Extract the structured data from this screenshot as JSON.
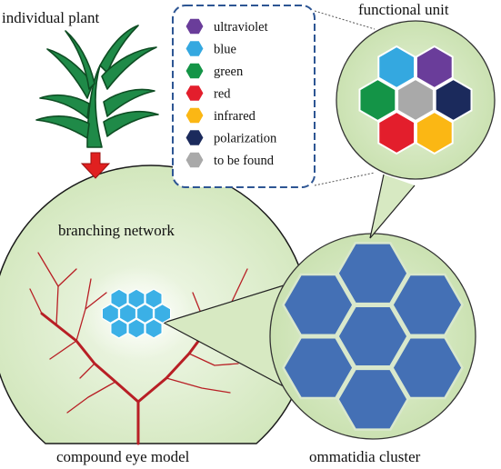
{
  "labels": {
    "individual_plant": "individual plant",
    "functional_unit": "functional unit",
    "branching_network": "branching network",
    "compound_eye_model": "compound eye model",
    "ommatidia_cluster": "ommatidia cluster"
  },
  "legend": [
    {
      "label": "ultraviolet",
      "color": "#6a3d9a"
    },
    {
      "label": "blue",
      "color": "#34a8e0"
    },
    {
      "label": "green",
      "color": "#149447"
    },
    {
      "label": "red",
      "color": "#e31e2c"
    },
    {
      "label": "infrared",
      "color": "#fbb714"
    },
    {
      "label": "polarization",
      "color": "#1b2a5c"
    },
    {
      "label": "to be found",
      "color": "#a9a9a9"
    }
  ],
  "colors": {
    "background_fill": "#d7e9c2",
    "hex_cluster": "#4470b5",
    "hex_light": "#3bb0e6",
    "branch": "#b81f25",
    "leaf": "#1f8a48",
    "arrow": "#e02020",
    "legend_border": "#2d5593"
  }
}
